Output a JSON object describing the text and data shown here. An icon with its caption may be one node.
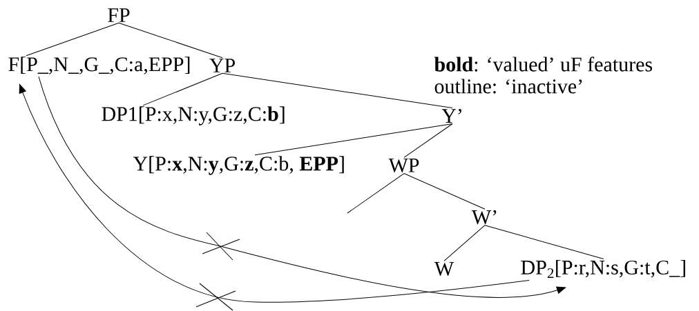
{
  "diagram": {
    "nodes": [
      {
        "text": [
          "FP"
        ]
      },
      {
        "text": [
          "F[P_,N_,G_,C:a,EPP]"
        ]
      },
      {
        "text": [
          "YP"
        ]
      },
      {
        "text": [
          "DP1[P:x,N:y,G:z,C:**b**]"
        ]
      },
      {
        "text": [
          "Y’"
        ]
      },
      {
        "text": [
          "Y[P:**x**,N:**y**,G:**z**,C:b, **EPP**]"
        ]
      },
      {
        "text": [
          "WP"
        ]
      },
      {
        "text": [
          "W’"
        ]
      },
      {
        "text": [
          "W"
        ]
      },
      {
        "text": [
          "DP$_{2}$[P:r,N:s,G:t,C_]"
        ]
      }
    ],
    "edges": [
      {
        "from": 0,
        "to": 1,
        "arrow": "none"
      },
      {
        "from": 0,
        "to": 2,
        "arrow": "none"
      },
      {
        "from": 2,
        "to": 3,
        "arrow": "none"
      },
      {
        "from": 2,
        "to": 4,
        "arrow": "none"
      },
      {
        "from": 4,
        "to": 5,
        "arrow": "none"
      },
      {
        "from": 4,
        "to": 6,
        "arrow": "none"
      },
      {
        "from": 6,
        "to": null,
        "arrow": "none"
      },
      {
        "from": 6,
        "to": 7,
        "arrow": "none"
      },
      {
        "from": 7,
        "to": 8,
        "arrow": "none"
      },
      {
        "from": 7,
        "to": 9,
        "arrow": "none"
      },
      {
        "from": 1,
        "to": 9,
        "arrow": "to"
      },
      {
        "from": 9,
        "to": 1,
        "arrow": "to"
      }
    ],
    "labels": [
      "**bold**: ‘valued’ uF features",
      "outline: ‘inactive’"
    ]
  }
}
